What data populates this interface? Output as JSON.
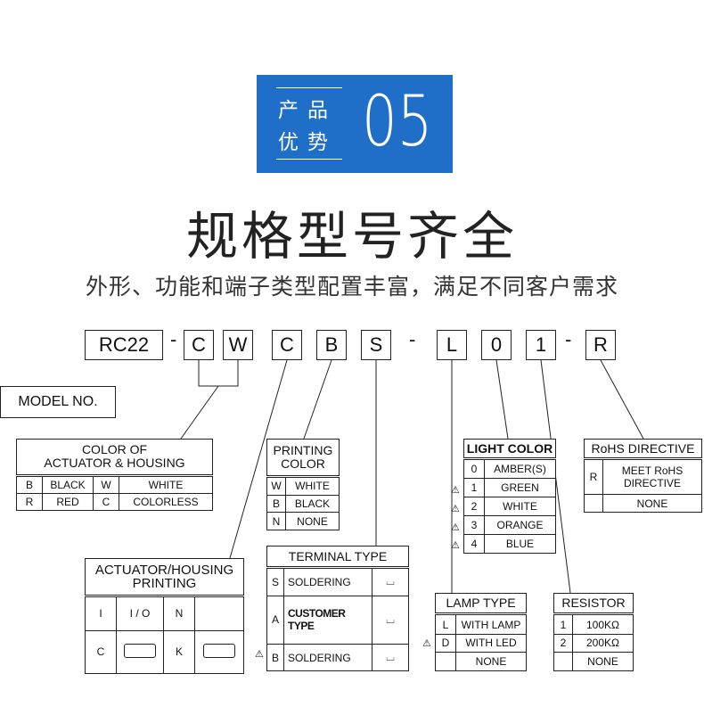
{
  "badge": {
    "line1": "产品",
    "line2": "优势",
    "number": "05",
    "color": "#1f6fc8"
  },
  "title": "规格型号齐全",
  "subtitle": "外形、功能和端子类型配置丰富，满足不同客户需求",
  "model_code": {
    "parts": [
      "RC22",
      "-",
      "C",
      "W",
      "C",
      "B",
      "S",
      "-",
      "L",
      "0",
      "1",
      "-",
      "R"
    ],
    "model_label": "MODEL NO."
  },
  "color_table": {
    "title_1": "COLOR OF",
    "title_2": "ACTUATOR & HOUSING",
    "rows": [
      [
        "B",
        "BLACK",
        "W",
        "WHITE"
      ],
      [
        "R",
        "RED",
        "C",
        "COLORLESS"
      ]
    ]
  },
  "printing_table": {
    "title_1": "ACTUATOR/HOUSING",
    "title_2": "PRINTING",
    "rows": [
      [
        "I",
        "I / O",
        "N",
        ""
      ],
      [
        "C",
        "",
        "K",
        ""
      ]
    ]
  },
  "printing_color": {
    "title_1": "PRINTING",
    "title_2": "COLOR",
    "rows": [
      [
        "W",
        "WHITE"
      ],
      [
        "B",
        "BLACK"
      ],
      [
        "N",
        "NONE"
      ]
    ]
  },
  "terminal_type": {
    "title": "TERMINAL TYPE",
    "rows": [
      [
        "S",
        "SOLDERING"
      ],
      [
        "A",
        "CUSTOMER TYPE"
      ],
      [
        "B",
        "SOLDERING"
      ]
    ]
  },
  "light_color": {
    "title": "LIGHT COLOR",
    "rows": [
      [
        "0",
        "AMBER(S)"
      ],
      [
        "1",
        "GREEN"
      ],
      [
        "2",
        "WHITE"
      ],
      [
        "3",
        "ORANGE"
      ],
      [
        "4",
        "BLUE"
      ]
    ]
  },
  "lamp_type": {
    "title": "LAMP TYPE",
    "rows": [
      [
        "L",
        "WITH LAMP"
      ],
      [
        "D",
        "WITH LED"
      ],
      [
        "",
        "NONE"
      ]
    ]
  },
  "resistor": {
    "title": "RESISTOR",
    "rows": [
      [
        "1",
        "100KΩ"
      ],
      [
        "2",
        "200KΩ"
      ],
      [
        "",
        "NONE"
      ]
    ]
  },
  "rohs": {
    "title": "RoHS DIRECTIVE",
    "rows": [
      [
        "R",
        "MEET RoHS DIRECTIVE"
      ],
      [
        "",
        "NONE"
      ]
    ]
  },
  "warning_symbol": "⚠"
}
